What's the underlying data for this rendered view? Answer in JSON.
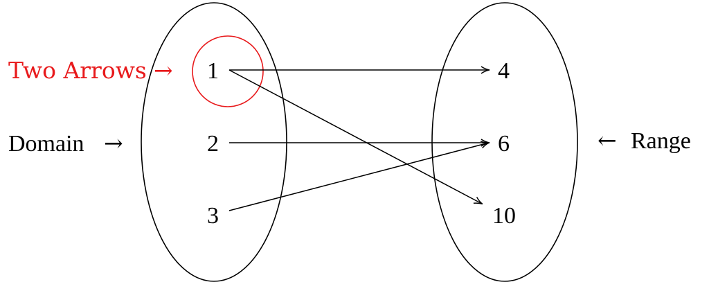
{
  "diagram": {
    "annotation": {
      "text": "Two Arrows",
      "arrow": "→",
      "color": "#e8191b"
    },
    "domain": {
      "label": "Domain",
      "arrow": "→",
      "elements": [
        "1",
        "2",
        "3"
      ]
    },
    "range": {
      "label": "Range",
      "arrow": "←",
      "elements": [
        "4",
        "6",
        "10"
      ]
    },
    "mappings": [
      {
        "from": "1",
        "to": "4"
      },
      {
        "from": "1",
        "to": "10"
      },
      {
        "from": "2",
        "to": "6"
      },
      {
        "from": "3",
        "to": "6"
      }
    ],
    "colors": {
      "ink": "#000000",
      "highlight": "#e8191b",
      "background": "#ffffff"
    }
  }
}
